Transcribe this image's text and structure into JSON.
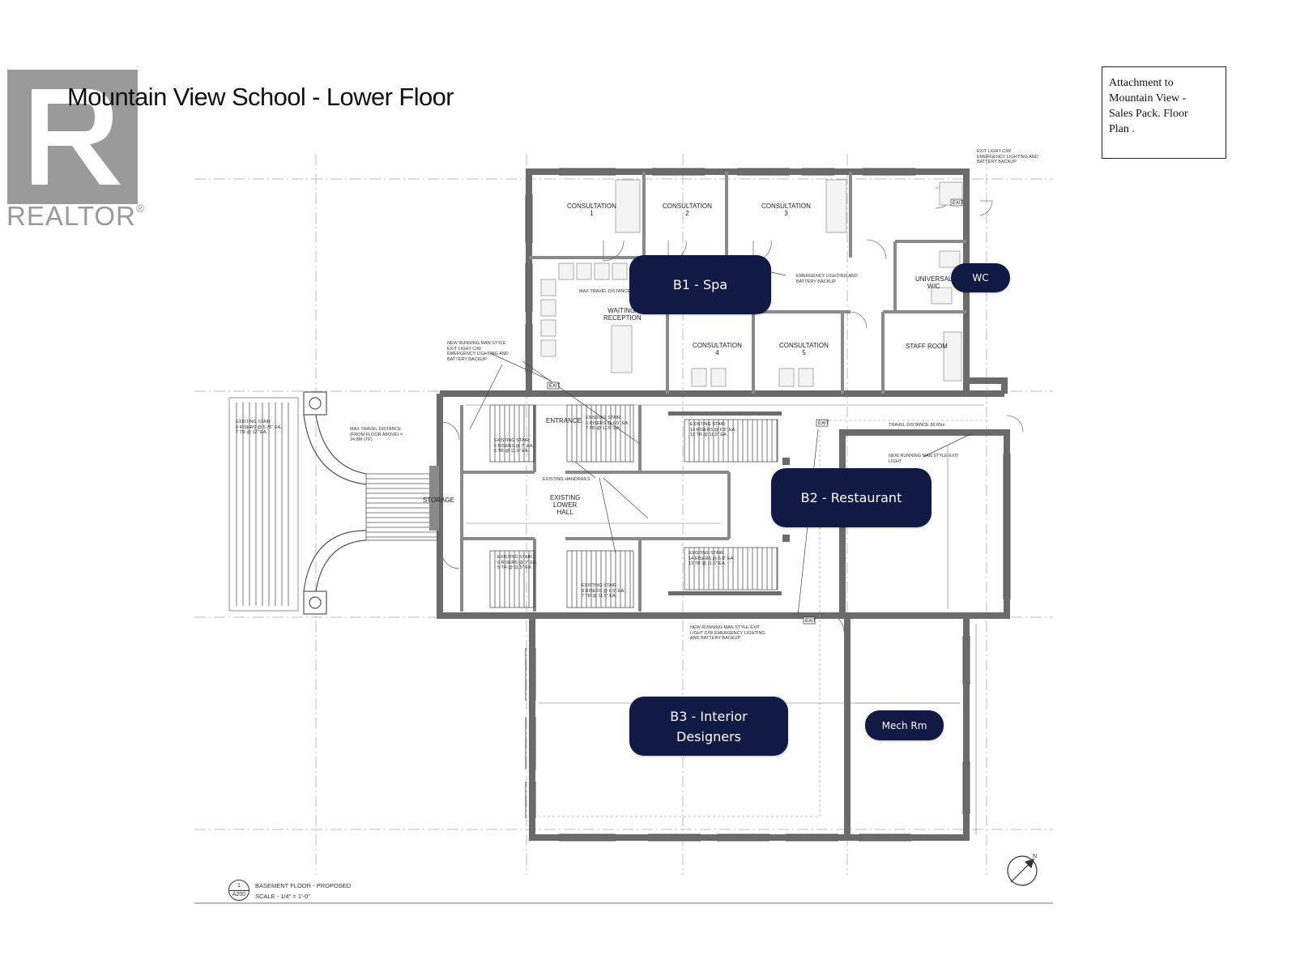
{
  "header": {
    "title": "Mountain View School - Lower Floor",
    "logo_text": "REALTOR",
    "logo_mark": "®",
    "attachment_note": [
      "Attachment to",
      "Mountain View -",
      "Sales Pack.  Floor",
      "Plan ."
    ]
  },
  "units": [
    {
      "id": "b1",
      "label": "B1 - Spa"
    },
    {
      "id": "wc",
      "label": "WC"
    },
    {
      "id": "b2",
      "label": "B2 - Restaurant"
    },
    {
      "id": "b3",
      "label_lines": [
        "B3 - Interior",
        "Designers"
      ]
    },
    {
      "id": "mech",
      "label": "Mech Rm"
    }
  ],
  "rooms": [
    {
      "id": "consult1",
      "lines": [
        "CONSULTATION",
        "1"
      ]
    },
    {
      "id": "consult2",
      "lines": [
        "CONSULTATION",
        "2"
      ]
    },
    {
      "id": "consult3",
      "lines": [
        "CONSULTATION",
        "3"
      ]
    },
    {
      "id": "consult4",
      "lines": [
        "CONSULTATION",
        "4"
      ]
    },
    {
      "id": "consult5",
      "lines": [
        "CONSULTATION",
        "5"
      ]
    },
    {
      "id": "waiting",
      "lines": [
        "WAITING/",
        "RECEPTION"
      ]
    },
    {
      "id": "universal",
      "lines": [
        "UNIVERSAL",
        "W/C"
      ]
    },
    {
      "id": "staff",
      "lines": [
        "STAFF ROOM"
      ]
    },
    {
      "id": "entrance",
      "lines": [
        "ENTRANCE"
      ]
    },
    {
      "id": "storage",
      "lines": [
        "STORAGE"
      ]
    },
    {
      "id": "hall",
      "lines": [
        "EXISTING",
        "LOWER",
        "HALL"
      ]
    }
  ],
  "notes": {
    "exit_light_1": [
      "NEW RUNNING MAN STYLE",
      "EXIT LIGHT C/W",
      "EMERGENCY LIGHTING AND",
      "BATTERY BACKUP"
    ],
    "emergency": [
      "EMERGENCY LIGHTING AND",
      "BATTERY BACKUP"
    ],
    "exit_light_2": [
      "NEW RUNNING MAN STYLE EXIT",
      "LIGHT"
    ],
    "exit_light_3": [
      "NEW RUNNING MAN STYLE EXIT",
      "LIGHT C/W EMERGENCY LIGHTING",
      "AND BATTERY BACKUP"
    ],
    "exit_top": [
      "EXIT LIGHT C/W",
      "EMERGENCY LIGHTING AND",
      "BATTERY BACKUP"
    ],
    "max_travel": [
      "MAX TRAVEL DISTANCE",
      "(FROM FLOOR ABOVE) =",
      "24.8M (79')"
    ],
    "max_travel_2": [
      "MAX TRAVEL DISTANCE"
    ],
    "travel_distance": [
      "TRAVEL DISTANCE 28.65m"
    ],
    "stair_ext": [
      "EXISTING STAIR",
      "8 RISERS @ 5.75\" EA.",
      "7 TR @ 12\" EA."
    ],
    "stair_a": [
      "EXISTING STAIR",
      "6 RISERS @ 7\" EA.",
      "5 TR @ 11.5\" EA."
    ],
    "stair_b": [
      "EXISTING STAIR",
      "6 RISERS @ 6.5\" EA.",
      "7 TR @ 11.5\" EA."
    ],
    "stair_c": [
      "EXISTING STAIR",
      "14 RISERS @ 6.5\" EA.",
      "13 TR @ 11.5\" EA."
    ],
    "stair_d": [
      "EXISTING STAIR",
      "6 RISERS @ 7\" EA.",
      "5 TR @ 11.5\" EA."
    ],
    "stair_e": [
      "EXISTING STAIR",
      "8 RISERS @ 6.5\" EA.",
      "7 TR @ 11.5\" EA."
    ],
    "stair_f": [
      "EXISTING STAIR",
      "14 RISERS @ 6.0\" EA.",
      "13 TR @ 11.5\" EA."
    ],
    "handrails": [
      "EXISTING HANDRAILS"
    ]
  },
  "footer": {
    "drawing_number": "1",
    "sheet": "A200",
    "title": "BASEMENT FLOOR - PROPOSED",
    "scale": "SCALE -   1/4\" = 1'-0\"",
    "north": "N"
  },
  "colors": {
    "pill": "#111a44",
    "wall": "#6b6b6b",
    "logo": "#9a9a9a"
  }
}
